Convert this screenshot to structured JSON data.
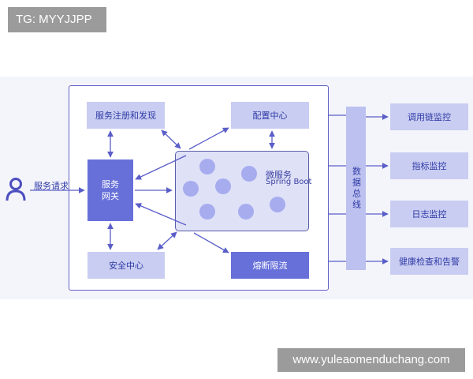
{
  "watermarks": {
    "top_left": "TG: MYYJJPP",
    "bottom_right": "www.yuleaomenduchang.com"
  },
  "diagram": {
    "service_request": "服务请求",
    "service_registry": "服务注册和发现",
    "config_center": "配置中心",
    "gateway": [
      "服务",
      "网关"
    ],
    "microservice_title": "微服务",
    "microservice_subtitle": "Spring Boot",
    "security_center": "安全中心",
    "circuit_breaker": "熔断限流",
    "data_bus": "数据总线",
    "monitors": [
      "调用链监控",
      "指标监控",
      "日志监控",
      "健康检查和告警"
    ]
  },
  "colors": {
    "accent": "#6770d9",
    "light_box": "#c9cdf2",
    "line": "#5a5ec8"
  },
  "icons": [
    "user-icon"
  ]
}
